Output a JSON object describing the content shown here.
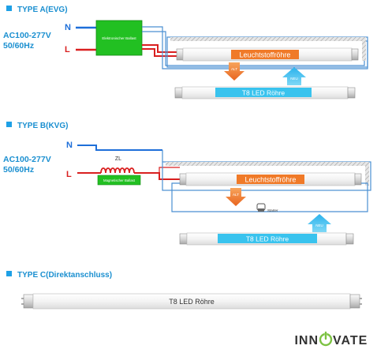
{
  "colors": {
    "accent": "#1ea0e6",
    "heading": "#1a8fd0",
    "wire_blue": "#1e6fd9",
    "wire_red": "#d92020",
    "ballast_green": "#22c022",
    "label_orange": "#f07a28",
    "label_cyan": "#39c3ee",
    "frame": "#4a8fd2",
    "tube_glass": "#f4f4f4",
    "brand": "#333333",
    "power_icon": "#7cc242"
  },
  "section_a": {
    "heading": "TYPE A(EVG)",
    "voltage": "AC100-277V",
    "frequency": "50/60Hz",
    "n_label": "N",
    "l_label": "L",
    "ballast": "Elektronischer Ballast",
    "tube_label": "Leuchtstoffröhre",
    "alt": "ALT",
    "neu": "NEU",
    "led_label": "T8 LED Röhre"
  },
  "section_b": {
    "heading": "TYPE B(KVG)",
    "voltage": "AC100-277V",
    "frequency": "50/60Hz",
    "n_label": "N",
    "l_label": "L",
    "coil_label": "ZL",
    "ballast": "Magnetischer Ballast",
    "tube_label": "Leuchtstoffröhre",
    "alt": "ALT",
    "starter": "Starter",
    "neu": "NEU",
    "led_label": "T8 LED Röhre"
  },
  "section_c": {
    "heading": "TYPE C(Direktanschluss)",
    "led_label": "T8 LED Röhre"
  },
  "brand": {
    "text_left": "INN",
    "text_right": "VATE",
    "icon": "power-icon"
  }
}
